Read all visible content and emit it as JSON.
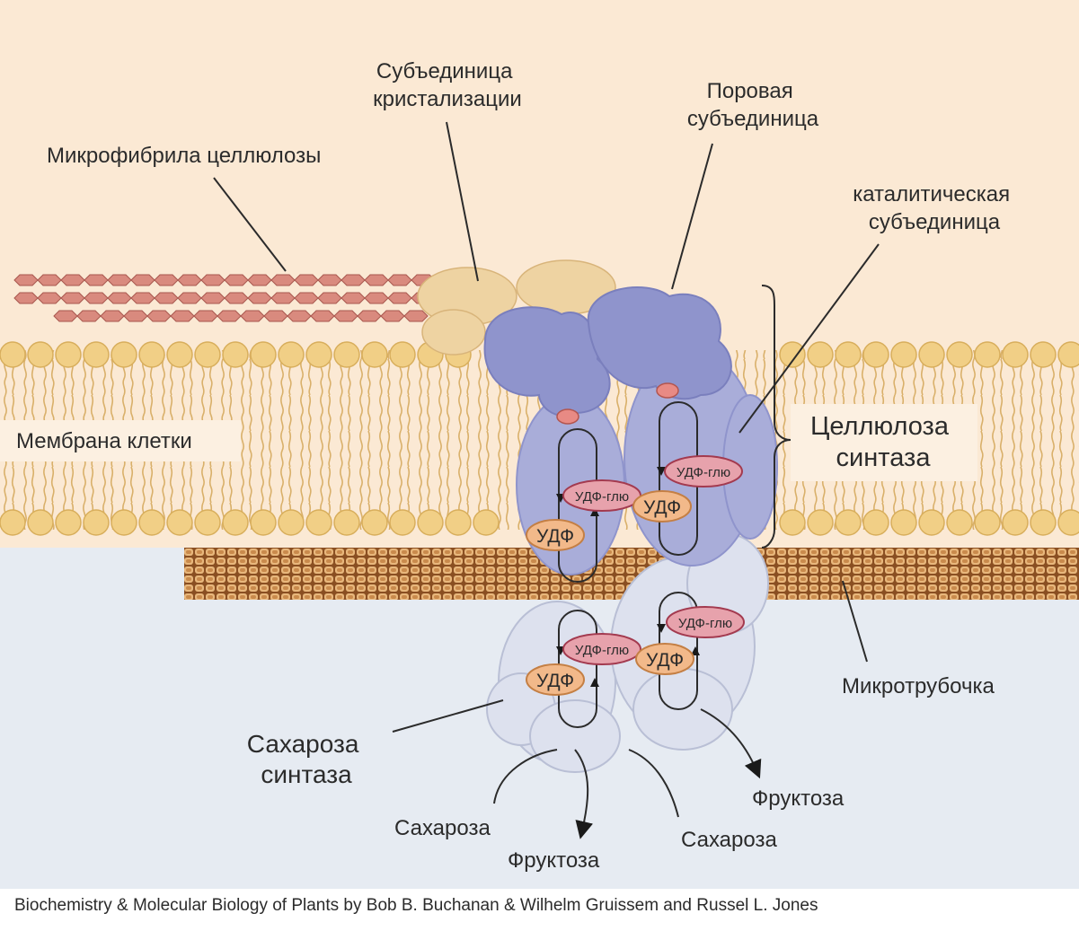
{
  "labels": {
    "crystallization_subunit": [
      "Субъединица",
      "кристализации"
    ],
    "microfibril": "Микрофибрила целлюлозы",
    "pore_subunit": [
      "Поровая",
      "субъединица"
    ],
    "catalytic_subunit": [
      "каталитическая",
      "субъединица"
    ],
    "membrane": "Мембрана клетки",
    "cellulose_synthase": [
      "Целлюлоза",
      "синтаза"
    ],
    "microtubule": "Микротрубочка",
    "sucrose_synthase": [
      "Сахароза",
      "синтаза"
    ],
    "sucrose_left": "Сахароза",
    "fructose_left": "Фруктоза",
    "sucrose_right": "Сахароза",
    "fructose_right": "Фруктоза"
  },
  "badges": {
    "udp_glu": "УДФ-глю",
    "udp": "УДФ"
  },
  "credit": "Biochemistry & Molecular Biology of Plants by Bob B. Buchanan & Wilhelm Gruissem and Russel L. Jones",
  "colors": {
    "extracellular": "#fbe9d4",
    "cytoplasm": "#e6ebf2",
    "lipid_head": "#f1cf86",
    "cellulose_synthase": "#8f94cc",
    "sucrose_synthase": "#dde1ee",
    "udp_glu_fill": "#e7a2ac",
    "udp_fill": "#f2b98a",
    "microfibril": "#d98a7e",
    "microtubule": "#b06a2f"
  }
}
